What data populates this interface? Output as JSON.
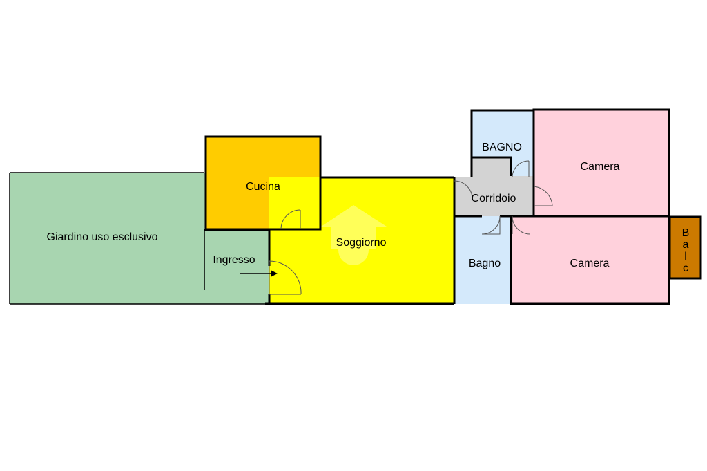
{
  "rooms": {
    "giardino": {
      "label": "Giardino uso esclusivo",
      "color": "#a8d5b0"
    },
    "cucina": {
      "label": "Cucina",
      "color": "#ffcc00"
    },
    "ingresso": {
      "label": "Ingresso",
      "color": "#a8d5b0"
    },
    "soggiorno": {
      "label": "Soggiorno",
      "color": "#ffff00"
    },
    "corridoio": {
      "label": "Corridoio",
      "color": "#d3d3d3"
    },
    "bagno_top": {
      "label": "BAGNO",
      "color": "#d4e9fb"
    },
    "bagno_bottom": {
      "label": "Bagno",
      "color": "#d4e9fb"
    },
    "camera_top": {
      "label": "Camera",
      "color": "#ffd1dc"
    },
    "camera_bottom": {
      "label": "Camera",
      "color": "#ffd1dc"
    },
    "balcone": {
      "letters": [
        "B",
        "a",
        "l",
        "c"
      ],
      "color": "#cc7a00"
    }
  },
  "icons": [
    "entrance-arrow-icon",
    "watermark-house-icon",
    "door-swing-icon"
  ]
}
